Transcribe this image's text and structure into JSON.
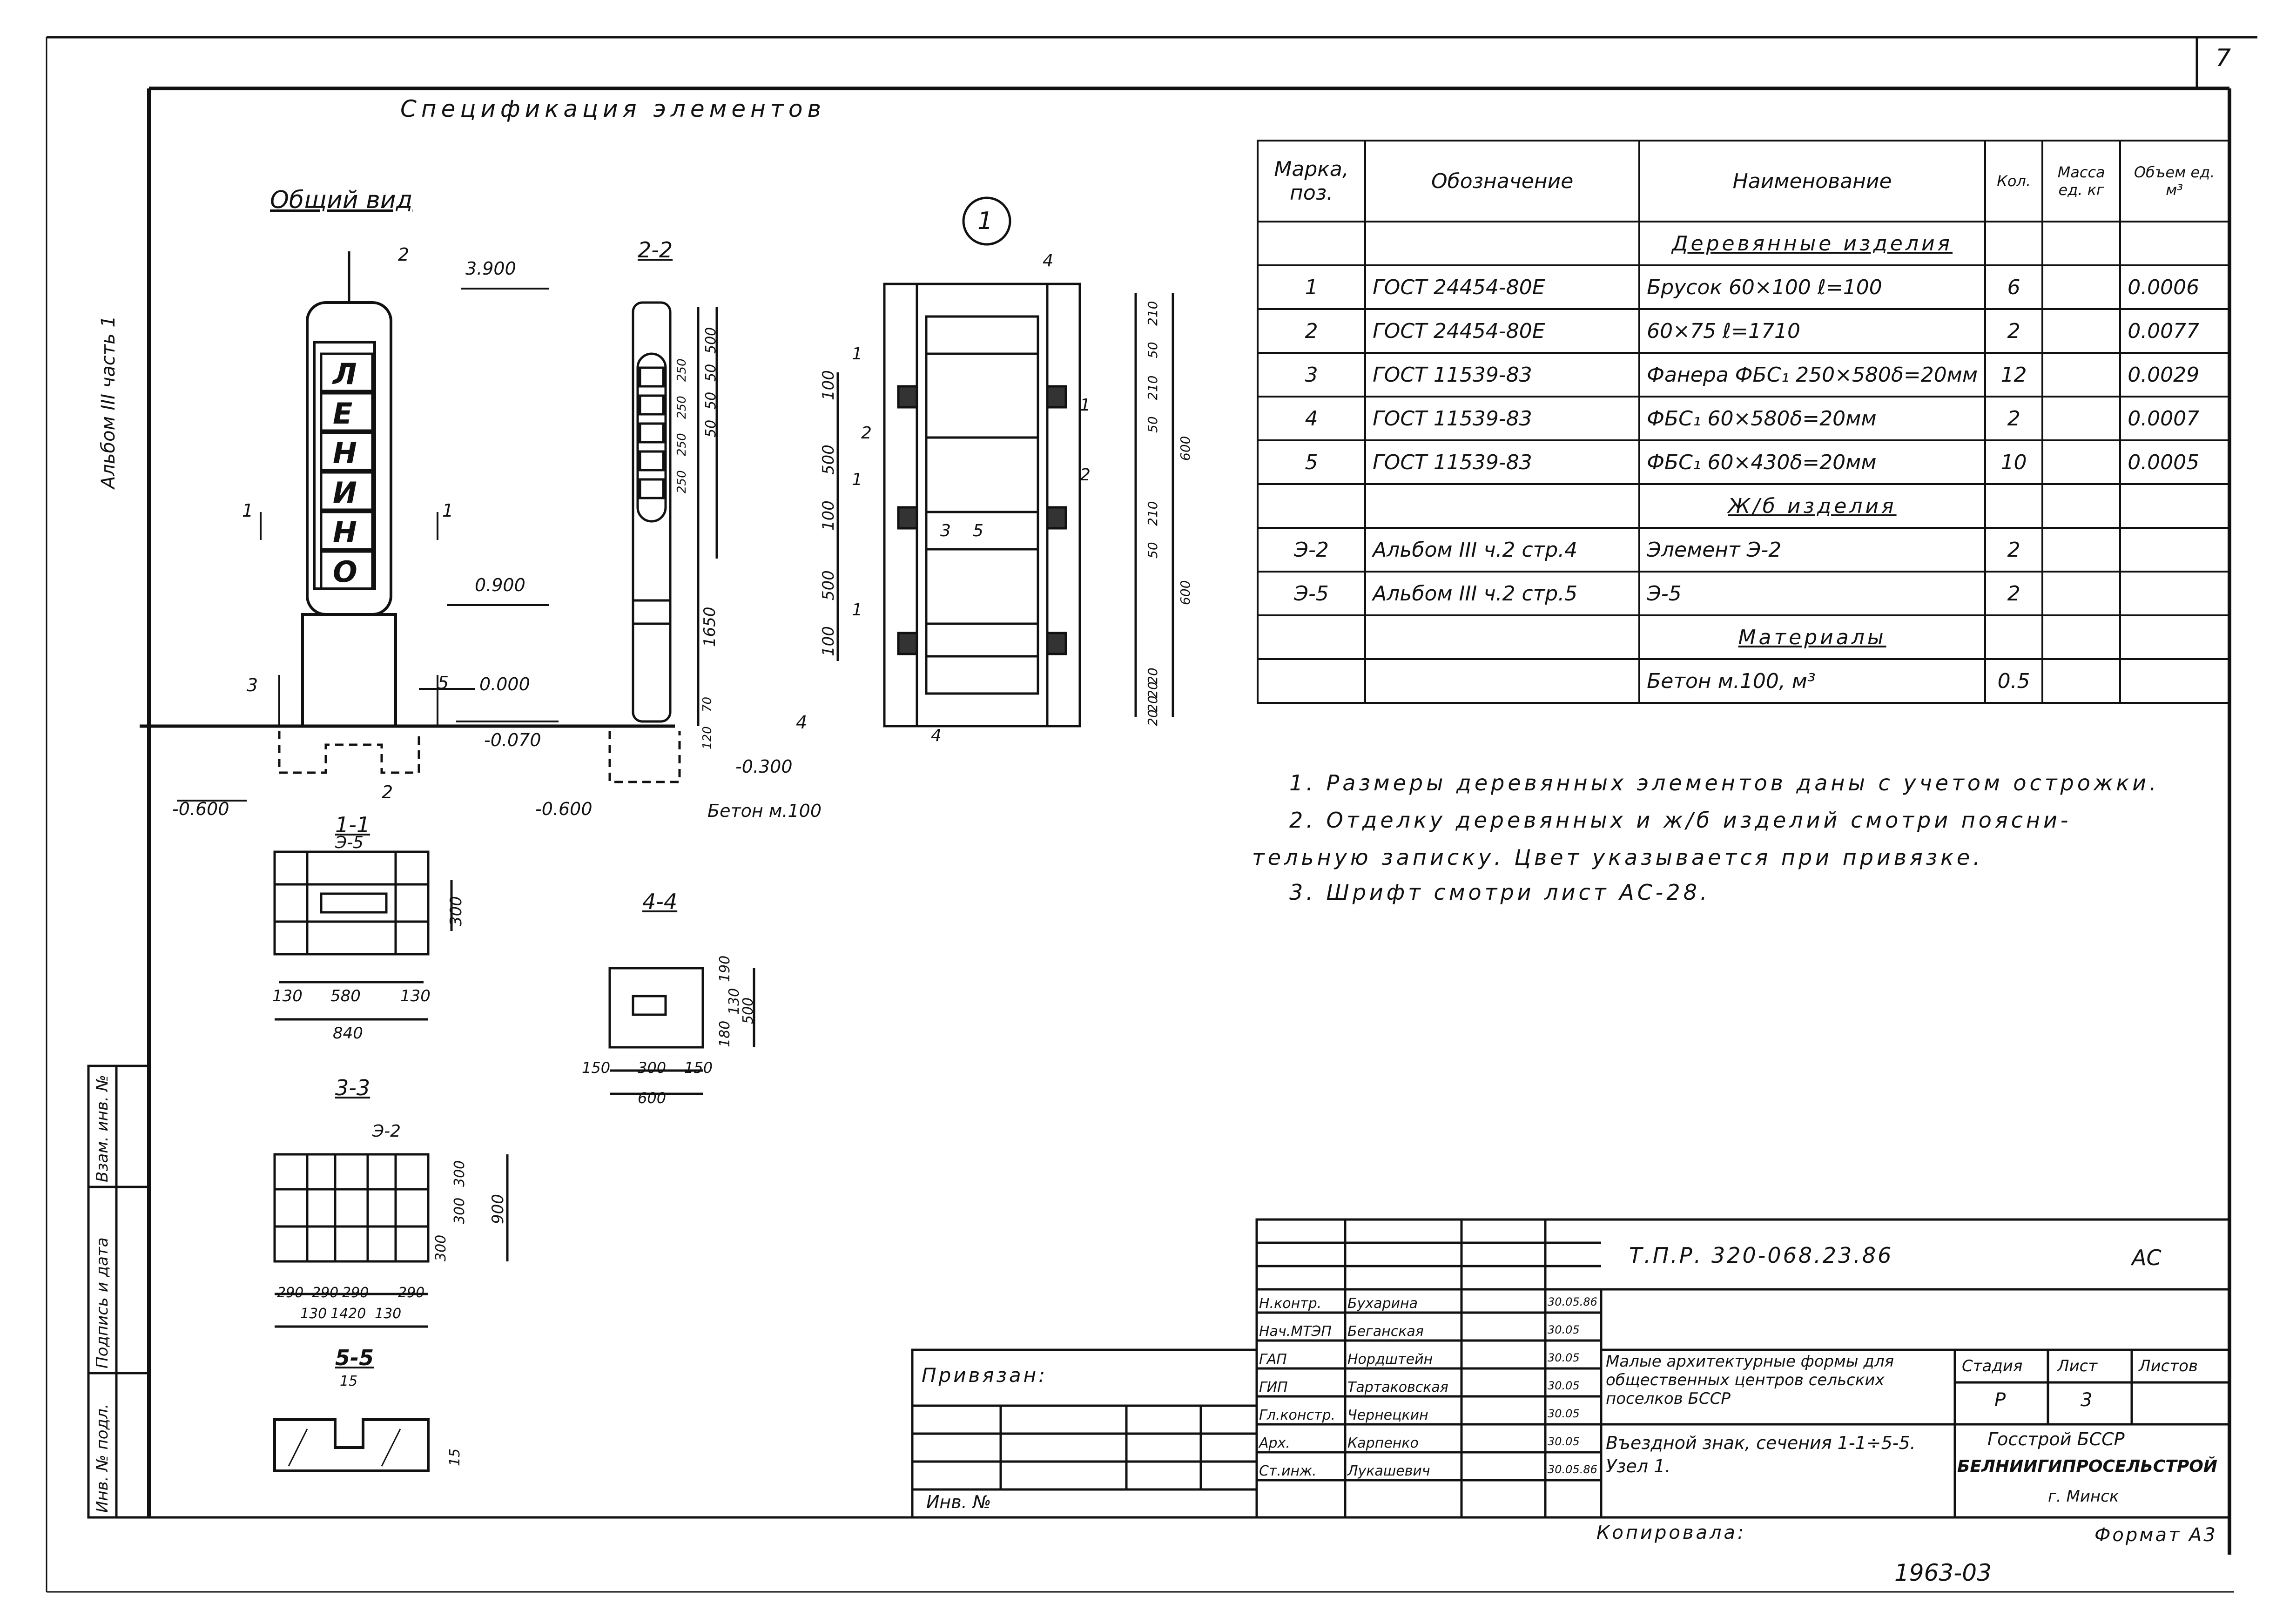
{
  "sheet": {
    "sheet_number": "7",
    "album_label": "Альбом III часть 1",
    "format": "Формат А3",
    "copied_label": "Копировала:",
    "copy_number": "1963-03"
  },
  "views": {
    "general_view_title": "Общий вид",
    "section_2_2": "2-2",
    "section_1_1": "1-1",
    "section_3_3": "3-3",
    "section_4_4": "4-4",
    "section_5_5": "5-5",
    "node_marker": "1",
    "sign_letters": [
      "Л",
      "Е",
      "Н",
      "И",
      "Н",
      "О"
    ],
    "elev_3900": "3.900",
    "elev_0900": "0.900",
    "elev_0000": "0.000",
    "elev_m0070": "-0.070",
    "elev_m0600_left": "-0.600",
    "elev_m0600_mid": "-0.600",
    "elev_m0300": "-0.300",
    "concrete_label": "Бетон м.100",
    "mark_e5": "Э-5",
    "mark_e2": "Э-2",
    "dims_1_1": [
      "130",
      "580",
      "130",
      "840",
      "300"
    ],
    "dims_3_3": [
      "290",
      "290",
      "290",
      "290",
      "130",
      "1420",
      "130",
      "300",
      "300",
      "300",
      "900"
    ],
    "dims_4_4": [
      "150",
      "300",
      "150",
      "600",
      "190",
      "130",
      "500",
      "180"
    ],
    "dims_5_5": [
      "15",
      "15"
    ],
    "dims_2_2": [
      "500",
      "50",
      "50",
      "50",
      "250",
      "250",
      "250",
      "250",
      "1650",
      "70",
      "120"
    ],
    "dims_node_left": [
      "100",
      "500",
      "100",
      "500",
      "100"
    ],
    "dims_node_right": [
      "210",
      "50",
      "210",
      "50",
      "600",
      "210",
      "50",
      "600",
      "20",
      "20",
      "20",
      "20"
    ],
    "node_callouts": [
      "4",
      "1",
      "2",
      "1",
      "1",
      "1",
      "2",
      "3",
      "5",
      "4"
    ],
    "section_marks": [
      "2",
      "3",
      "5",
      "4",
      "1",
      "1",
      "2"
    ]
  },
  "spec": {
    "title": "Спецификация элементов",
    "headers": [
      "Марка, поз.",
      "Обозначение",
      "Наименование",
      "Кол.",
      "Масса ед. кг",
      "Объем ед. м³"
    ],
    "rows": [
      {
        "mark": "",
        "designation": "",
        "name": "Деревянные изделия",
        "qty": "",
        "mass": "",
        "vol": "",
        "section": true
      },
      {
        "mark": "1",
        "designation": "ГОСТ 24454-80Е",
        "name": "Брусок 60×100 ℓ=100",
        "qty": "6",
        "mass": "",
        "vol": "0.0006"
      },
      {
        "mark": "2",
        "designation": "ГОСТ 24454-80Е",
        "name": "60×75 ℓ=1710",
        "qty": "2",
        "mass": "",
        "vol": "0.0077"
      },
      {
        "mark": "3",
        "designation": "ГОСТ 11539-83",
        "name": "Фанера ФБС₁ 250×580δ=20мм",
        "qty": "12",
        "mass": "",
        "vol": "0.0029"
      },
      {
        "mark": "4",
        "designation": "ГОСТ 11539-83",
        "name": "ФБС₁ 60×580δ=20мм",
        "qty": "2",
        "mass": "",
        "vol": "0.0007"
      },
      {
        "mark": "5",
        "designation": "ГОСТ 11539-83",
        "name": "ФБС₁ 60×430δ=20мм",
        "qty": "10",
        "mass": "",
        "vol": "0.0005"
      },
      {
        "mark": "",
        "designation": "",
        "name": "Ж/б изделия",
        "qty": "",
        "mass": "",
        "vol": "",
        "section": true
      },
      {
        "mark": "Э-2",
        "designation": "Альбом III ч.2 стр.4",
        "name": "Элемент Э-2",
        "qty": "2",
        "mass": "",
        "vol": ""
      },
      {
        "mark": "Э-5",
        "designation": "Альбом III ч.2 стр.5",
        "name": "Э-5",
        "qty": "2",
        "mass": "",
        "vol": ""
      },
      {
        "mark": "",
        "designation": "",
        "name": "Материалы",
        "qty": "",
        "mass": "",
        "vol": "",
        "section": true
      },
      {
        "mark": "",
        "designation": "",
        "name": "Бетон м.100, м³",
        "qty": "0.5",
        "mass": "",
        "vol": ""
      }
    ]
  },
  "notes": [
    "1. Размеры деревянных элементов даны с учетом острожки.",
    "2. Отделку деревянных и ж/б изделий смотри поясни-",
    "тельную записку. Цвет указывается при привязке.",
    "3. Шрифт смотри лист АС-28."
  ],
  "side_stamp": [
    "Взам. инв. №",
    "Подпись и дата",
    "Инв. № подл."
  ],
  "binding": {
    "label": "Привязан:",
    "inv_label": "Инв. №"
  },
  "title_block": {
    "code": "Т.П.Р. 320-068.23.86",
    "stage_code": "АС",
    "project_name": "Малые архитектурные формы для общественных центров сельских поселков БССР",
    "sheet_name": "Въездной знак, сечения 1-1÷5-5. Узел 1.",
    "stage_header": "Стадия",
    "sheet_header": "Лист",
    "sheets_header": "Листов",
    "stage": "Р",
    "sheet": "3",
    "sheets": "",
    "org1": "Госстрой БССР",
    "org2": "БЕЛНИИГИПРОСЕЛЬСТРОЙ",
    "org3": "г. Минск",
    "signers": [
      {
        "role": "Н.контр.",
        "name": "Бухарина",
        "date": "30.05.86"
      },
      {
        "role": "Нач.МТЭП",
        "name": "Беганская",
        "date": "30.05"
      },
      {
        "role": "ГАП",
        "name": "Нордштейн",
        "date": "30.05"
      },
      {
        "role": "ГИП",
        "name": "Тартаковская",
        "date": "30.05"
      },
      {
        "role": "Гл.констр.",
        "name": "Чернецкин",
        "date": "30.05"
      },
      {
        "role": "Арх.",
        "name": "Карпенко",
        "date": "30.05"
      },
      {
        "role": "Ст.инж.",
        "name": "Лукашевич",
        "date": "30.05.86"
      }
    ]
  }
}
